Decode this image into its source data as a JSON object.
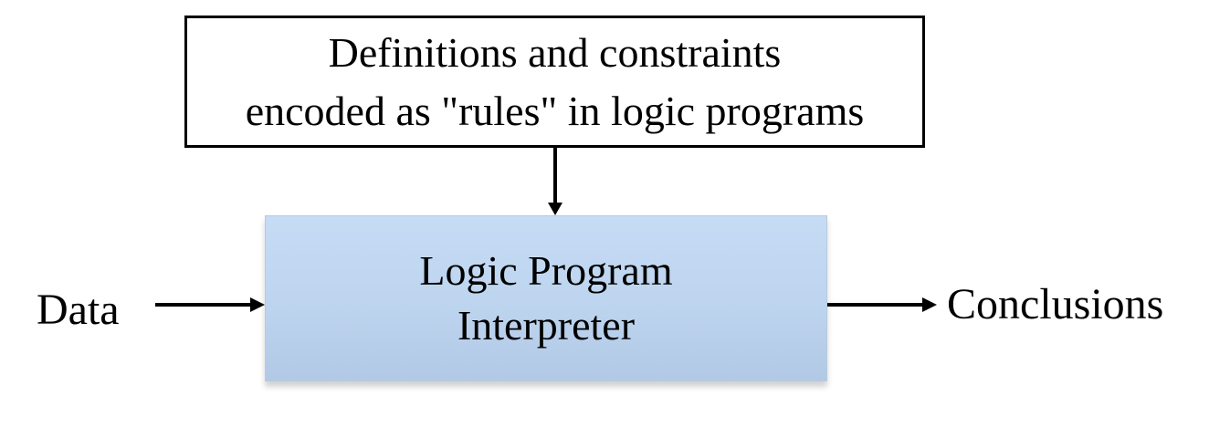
{
  "rules_box": {
    "line1": "Definitions and constraints",
    "line2": "encoded as \"rules\" in logic programs"
  },
  "interpreter_box": {
    "line1": "Logic Program",
    "line2": "Interpreter"
  },
  "input_label": "Data",
  "output_label": "Conclusions",
  "colors": {
    "interpreter_fill": "#c0d6f1",
    "line": "#000000"
  }
}
